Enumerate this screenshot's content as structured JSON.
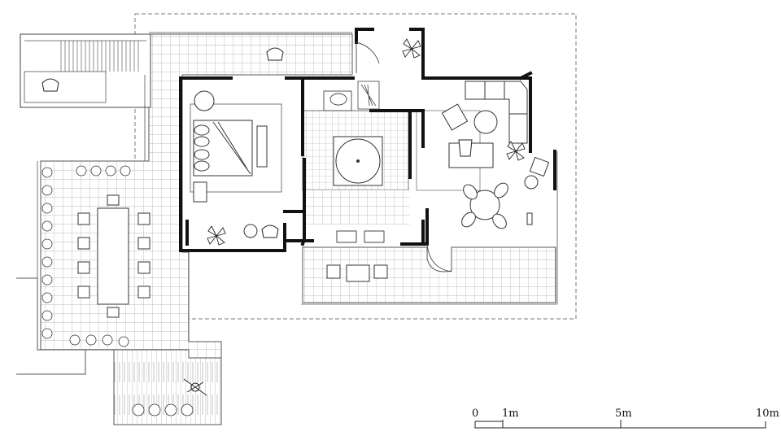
{
  "scale_bar": {
    "labels": [
      "0",
      "1m",
      "5m",
      "10m"
    ]
  },
  "colors": {
    "wall": "#111111",
    "line": "#333333",
    "grid": "#9a9a9a",
    "dashed": "#777777",
    "background": "#ffffff"
  },
  "icons": [
    "floor-plan",
    "bed-icon",
    "sofa-icon",
    "dining-table-icon",
    "bathtub-icon",
    "plant-icon",
    "person-figure-icon",
    "stair-icon",
    "door-icon",
    "sink-icon",
    "toilet-icon"
  ]
}
